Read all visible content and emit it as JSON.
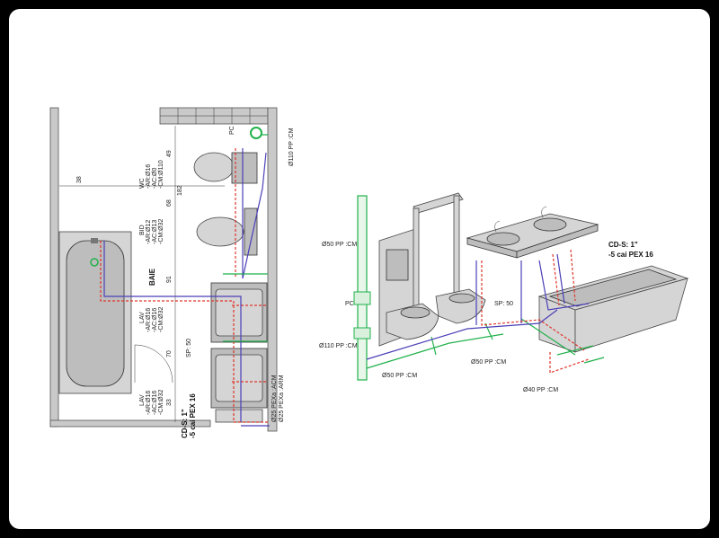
{
  "plan": {
    "dims": {
      "d49": "49",
      "d68": "68",
      "d91": "91",
      "d70": "70",
      "d33": "33",
      "d38": "38",
      "d182": "182"
    },
    "labels": {
      "wc_title": "WC",
      "wc_1": "-AR:Ø16",
      "wc_2": "-AC:Ø0",
      "wc_3": "-CM:Ø110",
      "bid_title": "BID",
      "bid_1": "-AR:Ø12",
      "bid_2": "-AC:Ø13",
      "bid_3": "-CM:Ø32",
      "baie": "BAIE",
      "lav1_title": "LAV",
      "lav1_1": "-AR:Ø16",
      "lav1_2": "-AC:Ø16",
      "lav1_3": "-CM:Ø32",
      "lav2_title": "LAV",
      "lav2_1": "-AR:Ø16",
      "lav2_2": "-AC:Ø16",
      "lav2_3": "-CM:Ø32",
      "sp50": "SP: 50",
      "cds_1": "CD-S: 1\"",
      "cds_2": "-5 cai PEX 16",
      "pex_acm": "Ø25 PEXa :ACM",
      "pex_arm": "Ø25 PEXa :ARM",
      "pc": "PC",
      "pc_pipe": "Ø110 PP :CM"
    }
  },
  "iso": {
    "labels": {
      "o50_top": "Ø50 PP :CM",
      "pc": "PC",
      "o110": "Ø110 PP :CM",
      "o50_bottom": "Ø50 PP :CM",
      "o50_mid": "Ø50 PP :CM",
      "sp50": "SP: 50",
      "o40": "Ø40 PP :CM",
      "cds_1": "CD-S: 1\"",
      "cds_2": "-5 cai PEX 16"
    }
  }
}
